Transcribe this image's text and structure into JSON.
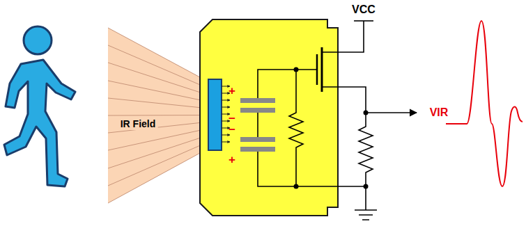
{
  "diagram": {
    "labels": [
      "VCC",
      "IR Field",
      "VIR",
      "+",
      "−",
      "−",
      "+"
    ]
  }
}
